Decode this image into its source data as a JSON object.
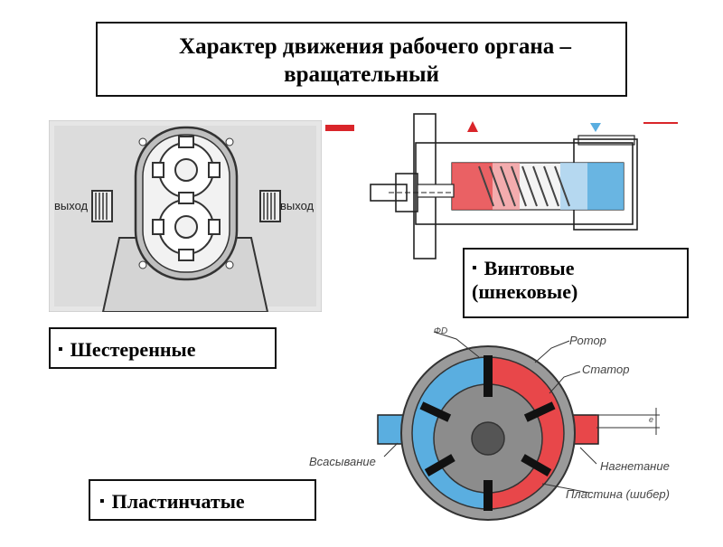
{
  "title": {
    "line1": "Характер движения рабочего органа –",
    "line2": "вращательный"
  },
  "labels": {
    "gear": "Шестеренные",
    "screw_line1": "Винтовые",
    "screw_line2": "(шнековые)",
    "vane": "Пластинчатые"
  },
  "bullet": "▪",
  "gear_figure": {
    "left_port": "выход",
    "right_port": "выход"
  },
  "vane_figure": {
    "diameter": "ФD",
    "rotor": "Ротор",
    "stator": "Статор",
    "eccentricity": "e",
    "suction": "Всасывание",
    "discharge": "Нагнетание",
    "vane": "Пластина (шибер)"
  },
  "colors": {
    "accent_red": "#d9252a",
    "suction_blue": "#5aaee0",
    "discharge_red": "#e8474a",
    "frame": "#111111"
  }
}
